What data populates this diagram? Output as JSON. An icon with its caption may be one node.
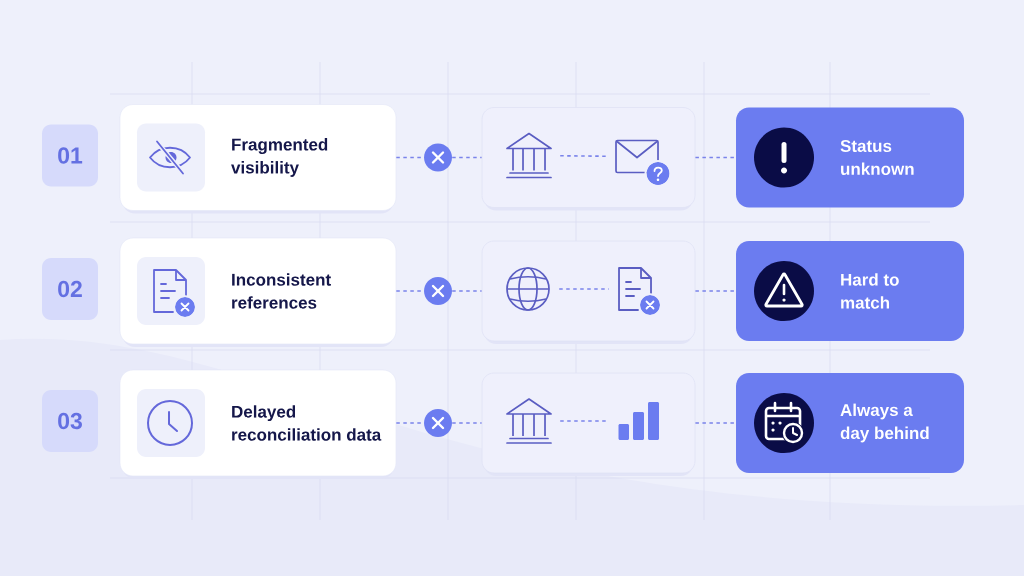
{
  "diagram": {
    "nodes": [
      {
        "text": [
          "01"
        ]
      },
      {
        "text": [
          "Fragmented visibility"
        ]
      },
      {
        "text": [],
        "shape": "circle"
      },
      {
        "text": [],
        "shape": "box"
      },
      {
        "text": [],
        "shape": "picture",
        "in": 3
      },
      {
        "text": [],
        "shape": "picture",
        "in": 3
      },
      {
        "text": [
          "Status unknown"
        ]
      },
      {
        "text": [
          "02"
        ]
      },
      {
        "text": [
          "Inconsistent references"
        ]
      },
      {
        "text": [],
        "shape": "circle"
      },
      {
        "text": [],
        "shape": "box"
      },
      {
        "text": [],
        "shape": "picture",
        "in": 10
      },
      {
        "text": [],
        "shape": "picture",
        "in": 10
      },
      {
        "text": [
          "Hard to match"
        ]
      },
      {
        "text": [
          "03"
        ]
      },
      {
        "text": [
          "Delayed reconciliation data"
        ]
      },
      {
        "text": [],
        "shape": "circle"
      },
      {
        "text": [],
        "shape": "box"
      },
      {
        "text": [],
        "shape": "picture",
        "in": 17
      },
      {
        "text": [],
        "shape": "picture",
        "in": 17
      },
      {
        "text": [
          "Always a day behind"
        ]
      }
    ],
    "edges": [
      {
        "from": 1,
        "to": 2,
        "arrow": "none",
        "style": "dashed"
      },
      {
        "from": 2,
        "to": 3,
        "arrow": "none",
        "style": "dashed"
      },
      {
        "from": 4,
        "to": 5,
        "arrow": "none",
        "style": "dashed"
      },
      {
        "from": 3,
        "to": 6,
        "arrow": "none",
        "style": "dashed"
      },
      {
        "from": 8,
        "to": 9,
        "arrow": "none",
        "style": "dashed"
      },
      {
        "from": 9,
        "to": 10,
        "arrow": "none",
        "style": "dashed"
      },
      {
        "from": 11,
        "to": 12,
        "arrow": "none",
        "style": "dashed"
      },
      {
        "from": 10,
        "to": 13,
        "arrow": "none",
        "style": "dashed"
      },
      {
        "from": 15,
        "to": 16,
        "arrow": "none",
        "style": "dashed"
      },
      {
        "from": 16,
        "to": 17,
        "arrow": "none",
        "style": "dashed"
      },
      {
        "from": 18,
        "to": 19,
        "arrow": "none",
        "style": "dashed"
      },
      {
        "from": 17,
        "to": 20,
        "arrow": "none",
        "style": "dashed"
      }
    ]
  }
}
